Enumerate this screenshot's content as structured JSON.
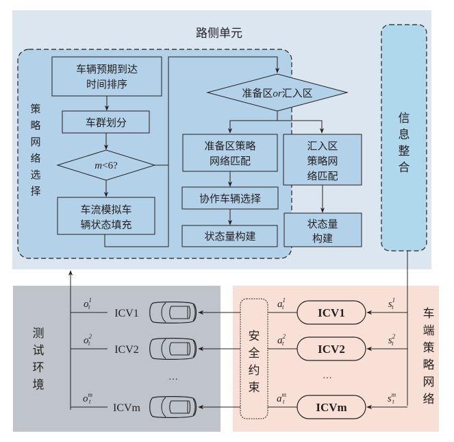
{
  "roadside_unit": {
    "title": "路侧单元",
    "policy_selection_label": "策略网络选择",
    "info_integration_label": "信息整合",
    "flow": {
      "sort_box": [
        "车辆预期到达",
        "时间排序"
      ],
      "platoon_box": "车群划分",
      "decision_m": {
        "var": "m",
        "op": "<",
        "rhs": "6?"
      },
      "fill_box": [
        "车流模拟车",
        "辆状态填充"
      ],
      "decision_zone": {
        "left": "准备区",
        "or": "or",
        "right": "汇入区"
      },
      "prep_match_box": [
        "准备区策略",
        "网络匹配"
      ],
      "coop_select_box": "协作车辆选择",
      "prep_state_box": "状态量构建",
      "merge_match_box": [
        "汇入区",
        "策略网",
        "络匹配"
      ],
      "merge_state_box": [
        "状态量",
        "构建"
      ]
    }
  },
  "test_environment": {
    "label": "测试环境",
    "vehicles": [
      {
        "name": "ICV1",
        "obs": "o",
        "sup": "1",
        "sub": "t"
      },
      {
        "name": "ICV2",
        "obs": "o",
        "sup": "2",
        "sub": "t"
      },
      {
        "name": "ICVm",
        "obs": "o",
        "sup": "m",
        "sub": "t"
      }
    ],
    "ellipsis": "…"
  },
  "vehicle_policy_network": {
    "label": "车端策略网络",
    "safety_label": "安全约束",
    "agents": [
      {
        "name": "ICV1",
        "action": "a",
        "asup": "1",
        "state": "s",
        "ssup": "1",
        "sub": "t"
      },
      {
        "name": "ICV2",
        "action": "a",
        "asup": "2",
        "state": "s",
        "ssup": "2",
        "sub": "t"
      },
      {
        "name": "ICVm",
        "action": "a",
        "asup": "m",
        "state": "s",
        "ssup": "m",
        "sub": "t"
      }
    ],
    "ellipsis": "…"
  },
  "colors": {
    "roadside_bg": "#dce6f1",
    "policy_box_bg": "#b3d1e9",
    "info_box_bg": "#b0d8ec",
    "test_env_bg": "#bfc4cb",
    "vehicle_bg": "#f9e0d6",
    "line": "#231f20"
  }
}
